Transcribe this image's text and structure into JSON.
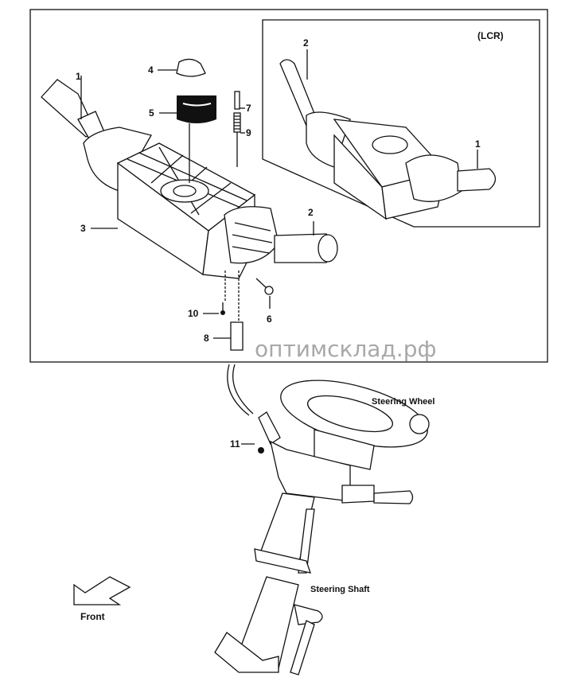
{
  "diagram": {
    "callouts": {
      "c1": "1",
      "c2": "2",
      "c3": "3",
      "c4": "4",
      "c5": "5",
      "c6": "6",
      "c7": "7",
      "c8": "8",
      "c9": "9",
      "c10": "10",
      "c11": "11"
    },
    "inset": {
      "title": "(LCR)",
      "c2": "2",
      "c1": "1"
    },
    "captions": {
      "steering_wheel": "Steering Wheel",
      "steering_shaft": "Steering Shaft",
      "front": "Front"
    },
    "watermark": "оптимсклад.рф"
  }
}
